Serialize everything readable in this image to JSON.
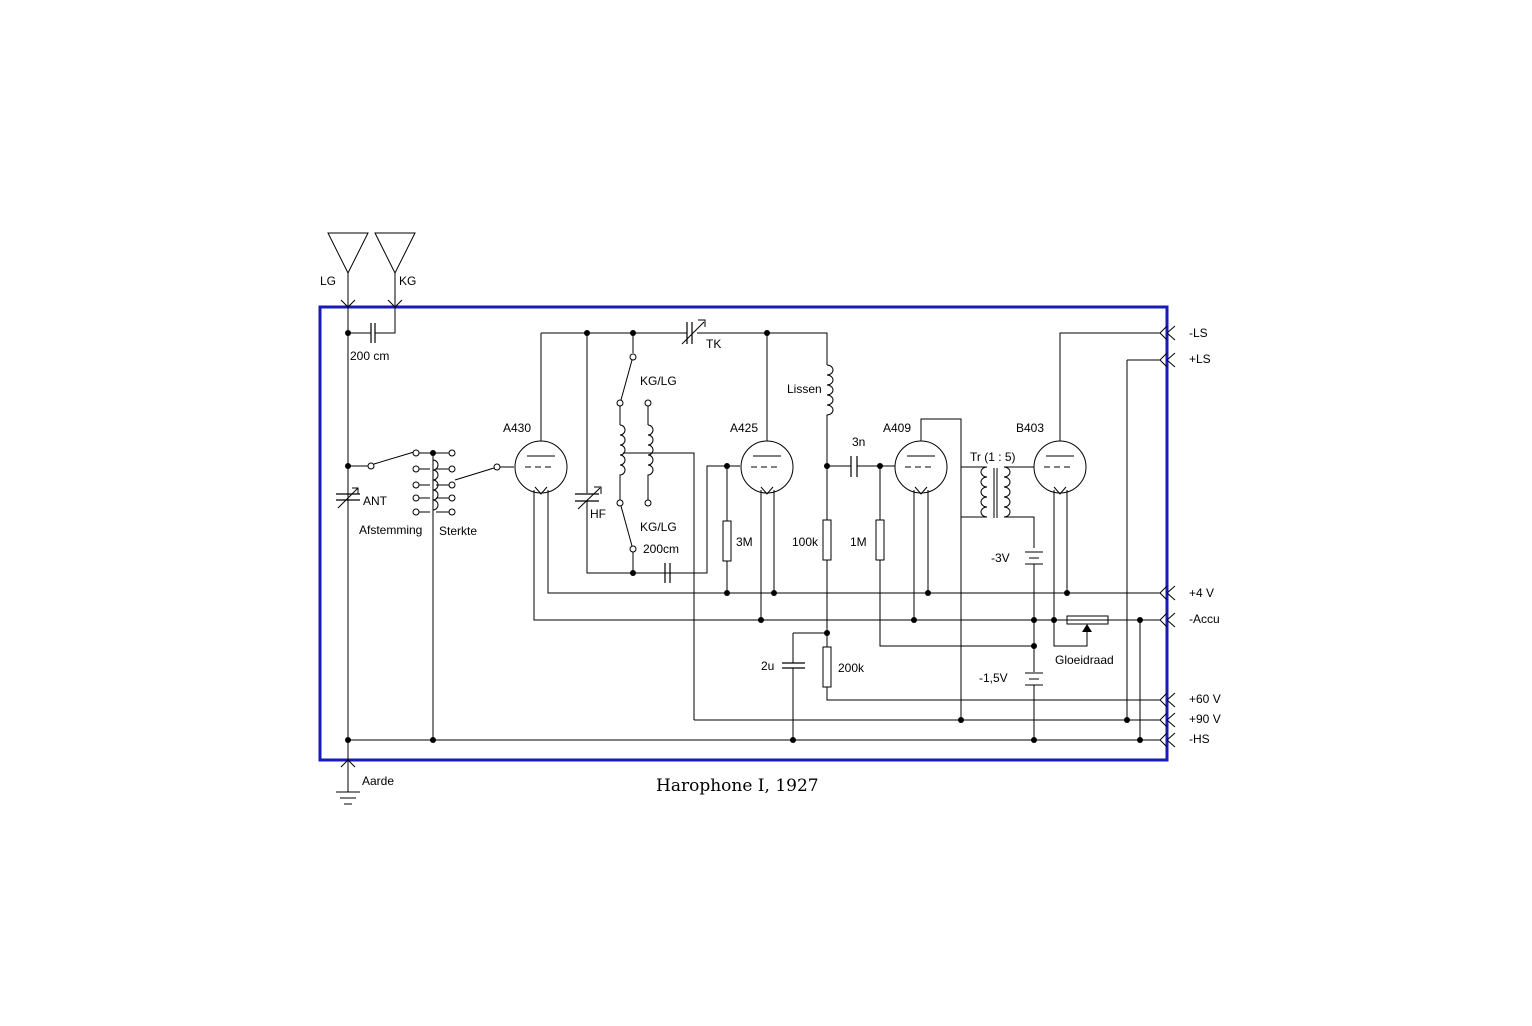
{
  "diagram": {
    "caption": "Harophone I, 1927",
    "frame_color": "#1a1ab8",
    "antennas": [
      "LG",
      "KG"
    ],
    "ground": "Aarde",
    "tubes": [
      "A430",
      "A425",
      "A409",
      "B403"
    ],
    "labels": {
      "c_ant": "200 cm",
      "ant": "ANT",
      "afstemming": "Afstemming",
      "sterkte": "Sterkte",
      "hf": "HF",
      "kglg_top": "KG/LG",
      "kglg_bot": "KG/LG",
      "c_grid": "200cm",
      "tk": "TK",
      "lissen": "Lissen",
      "c_3n": "3n",
      "r_3m": "3M",
      "r_100k": "100k",
      "r_1m": "1M",
      "r_200k": "200k",
      "c_2u": "2u",
      "transformer": "Tr (1 : 5)",
      "bat_3v": "-3V",
      "bat_15v": "-1,5V",
      "gloeidraad": "Gloeidraad"
    },
    "terminals": [
      "-LS",
      "+LS",
      "+4 V",
      "-Accu",
      "+60 V",
      "+90 V",
      "-HS"
    ]
  }
}
